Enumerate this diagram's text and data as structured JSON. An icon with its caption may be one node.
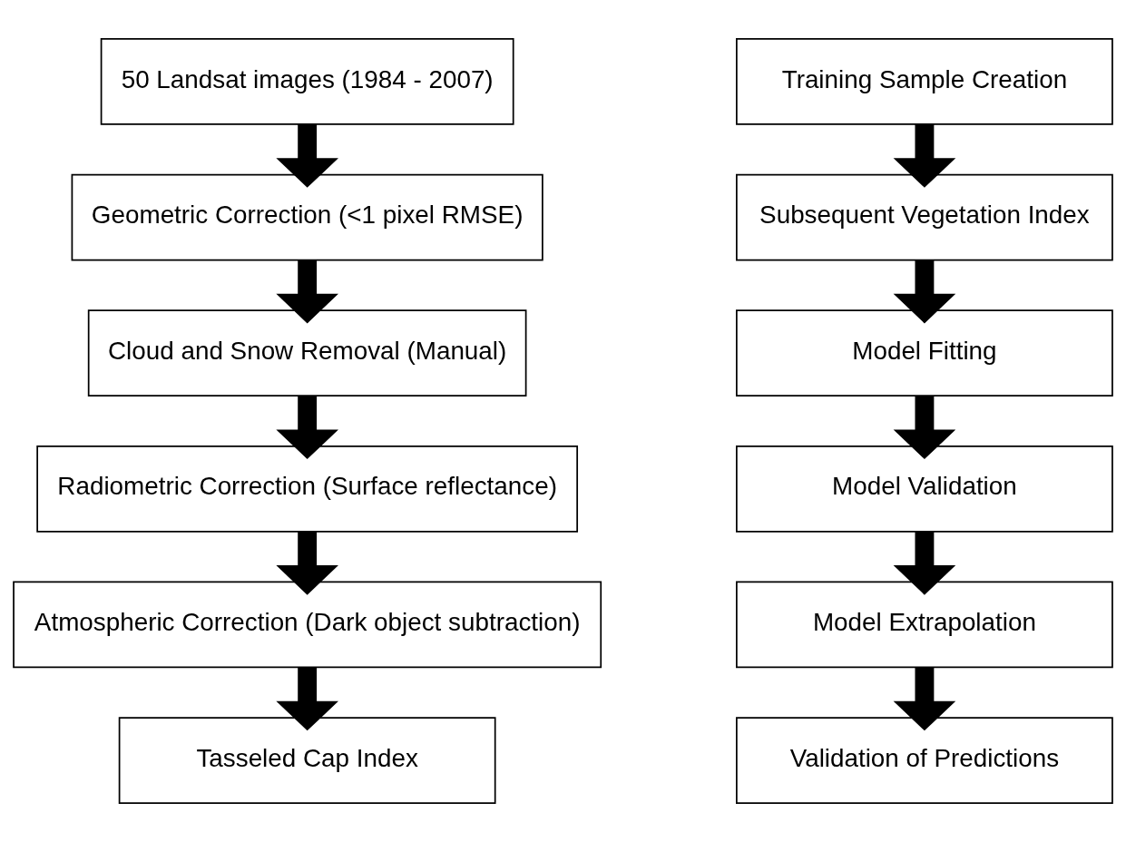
{
  "diagram": {
    "nodes": [
      {
        "text": [
          "50 Landsat images (1984 - 2007)"
        ]
      },
      {
        "text": [
          "Geometric Correction (<1 pixel RMSE)"
        ]
      },
      {
        "text": [
          "Cloud and Snow Removal (Manual)"
        ]
      },
      {
        "text": [
          "Radiometric Correction (Surface reflectance)"
        ]
      },
      {
        "text": [
          "Atmospheric Correction (Dark object subtraction)"
        ]
      },
      {
        "text": [
          "Tasseled Cap Index"
        ]
      },
      {
        "text": [
          "Training Sample Creation"
        ]
      },
      {
        "text": [
          "Subsequent Vegetation Index"
        ]
      },
      {
        "text": [
          "Model Fitting"
        ]
      },
      {
        "text": [
          "Model Validation"
        ]
      },
      {
        "text": [
          "Model Extrapolation"
        ]
      },
      {
        "text": [
          "Validation of Predictions"
        ]
      }
    ],
    "edges": [
      {
        "from": 0,
        "to": 1,
        "arrow": "to"
      },
      {
        "from": 1,
        "to": 2,
        "arrow": "to"
      },
      {
        "from": 2,
        "to": 3,
        "arrow": "to"
      },
      {
        "from": 3,
        "to": 4,
        "arrow": "to"
      },
      {
        "from": 4,
        "to": 5,
        "arrow": "to"
      },
      {
        "from": 6,
        "to": 7,
        "arrow": "to"
      },
      {
        "from": 7,
        "to": 8,
        "arrow": "to"
      },
      {
        "from": 8,
        "to": 9,
        "arrow": "to"
      },
      {
        "from": 9,
        "to": 10,
        "arrow": "to"
      },
      {
        "from": 10,
        "to": 11,
        "arrow": "to"
      }
    ]
  }
}
